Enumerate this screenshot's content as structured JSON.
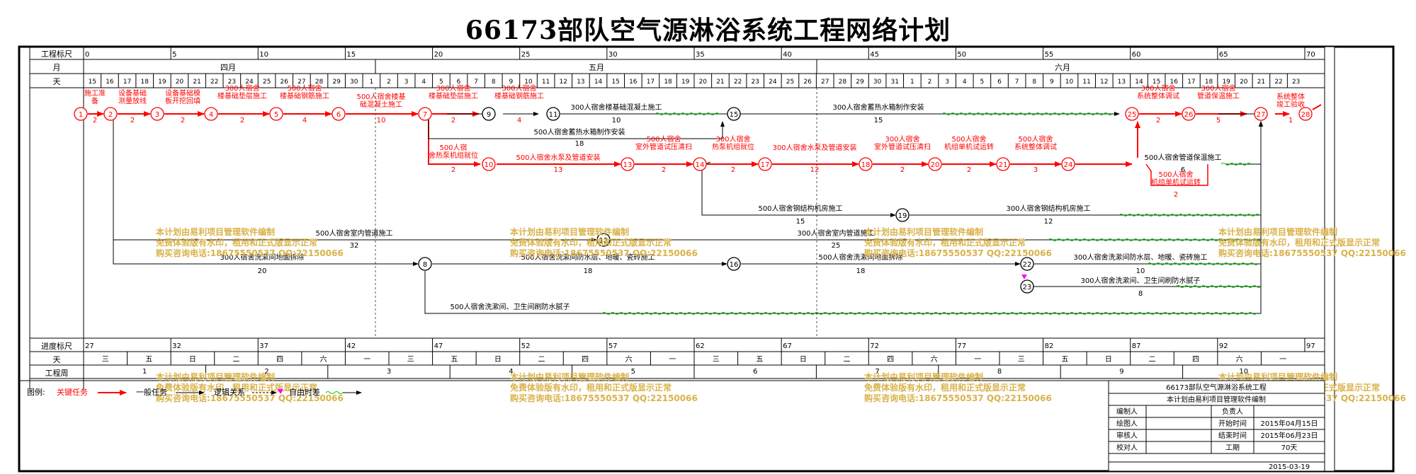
{
  "title": "66173部队空气源淋浴系统工程网络计划",
  "rows": {
    "scale": "工程标尺",
    "month": "月",
    "day": "天",
    "progress": "进度标尺",
    "weekday": "天",
    "week": "工程周"
  },
  "scale_ticks": [
    "0",
    "5",
    "10",
    "15",
    "20",
    "25",
    "30",
    "35",
    "40",
    "45",
    "50",
    "55",
    "60",
    "65",
    "70"
  ],
  "months": [
    "四月",
    "五月",
    "六月"
  ],
  "days": [
    "15",
    "16",
    "17",
    "18",
    "19",
    "20",
    "21",
    "22",
    "23",
    "24",
    "25",
    "26",
    "27",
    "28",
    "29",
    "30",
    "1",
    "2",
    "3",
    "4",
    "5",
    "6",
    "7",
    "8",
    "9",
    "10",
    "11",
    "12",
    "13",
    "14",
    "15",
    "16",
    "17",
    "18",
    "19",
    "20",
    "21",
    "22",
    "23",
    "24",
    "25",
    "26",
    "27",
    "28",
    "29",
    "30",
    "31",
    "1",
    "2",
    "3",
    "4",
    "5",
    "6",
    "7",
    "8",
    "9",
    "10",
    "11",
    "12",
    "13",
    "14",
    "15",
    "16",
    "17",
    "18",
    "19",
    "20",
    "21",
    "22",
    "23"
  ],
  "progress_ticks": [
    "27",
    "32",
    "37",
    "42",
    "47",
    "52",
    "57",
    "62",
    "67",
    "72",
    "77",
    "82",
    "87",
    "92",
    "97"
  ],
  "weekdays": [
    "三",
    "五",
    "日",
    "二",
    "四",
    "六",
    "一",
    "三",
    "五",
    "日",
    "二",
    "四",
    "六",
    "一",
    "三",
    "五",
    "日",
    "二",
    "四",
    "六",
    "一",
    "三",
    "五",
    "日",
    "二",
    "四",
    "六",
    "一"
  ],
  "weeks": [
    "1",
    "2",
    "3",
    "4",
    "5",
    "6",
    "7",
    "8",
    "9",
    "10"
  ],
  "nodes": [
    "1",
    "2",
    "3",
    "4",
    "5",
    "6",
    "7",
    "9",
    "11",
    "15",
    "25",
    "26",
    "27",
    "28",
    "10",
    "13",
    "14",
    "17",
    "18",
    "20",
    "21",
    "24",
    "19",
    "12",
    "8",
    "16",
    "22",
    "23"
  ],
  "tasks": [
    {
      "name": "施工准备",
      "dur": "2"
    },
    {
      "name": "设备基础测量放线",
      "dur": "2"
    },
    {
      "name": "设备基础模板开挖回填",
      "dur": "2"
    },
    {
      "name": "300人宿舍楼基础垫层施工",
      "dur": "2"
    },
    {
      "name": "500人宿舍楼基础钢筋施工",
      "dur": "4"
    },
    {
      "name": "500人宿舍楼基础混凝土施工",
      "dur": "10"
    },
    {
      "name": "300人宿舍楼基础垫层施工",
      "dur": "2"
    },
    {
      "name": "300人宿舍楼基础钢筋施工",
      "dur": "4"
    },
    {
      "name": "300人宿舍楼基础混凝土施工",
      "dur": "10"
    },
    {
      "name": "300人宿舍蓄热水箱制作安装",
      "dur": "15"
    },
    {
      "name": "500人宿舍蓄热水箱制作安装",
      "dur": "18"
    },
    {
      "name": "300人宿舍系统整体调试",
      "dur": "2"
    },
    {
      "name": "300人宿舍管道保温施工",
      "dur": "5"
    },
    {
      "name": "系统整体竣工验收",
      "dur": "1"
    },
    {
      "name": "500人宿舍热泵机组就位",
      "dur": "2"
    },
    {
      "name": "500人宿舍水泵及管道安装",
      "dur": "13"
    },
    {
      "name": "500人宿舍室外管道试压清扫",
      "dur": "2"
    },
    {
      "name": "300人宿舍热泵机组就位",
      "dur": "2"
    },
    {
      "name": "300人宿舍水泵及管道安装",
      "dur": "12"
    },
    {
      "name": "300人宿舍室外管道试压清扫",
      "dur": "2"
    },
    {
      "name": "500人宿舍机组单机试运转",
      "dur": "2"
    },
    {
      "name": "500人宿舍系统整体调试",
      "dur": "3"
    },
    {
      "name": "500人宿舍管道保温施工",
      "dur": "6"
    },
    {
      "name": "500人宿舍机组单机试运转",
      "dur": "2"
    },
    {
      "name": "500人宿舍钢结构机房施工",
      "dur": "15"
    },
    {
      "name": "300人宿舍钢结构机房施工",
      "dur": "12"
    },
    {
      "name": "500人宿舍室内管道施工",
      "dur": "32"
    },
    {
      "name": "300人宿舍室内管道施工",
      "dur": "25"
    },
    {
      "name": "300人宿舍洗漱间地面拆除",
      "dur": "20"
    },
    {
      "name": "500人宿舍洗漱间防水层、地暖、瓷砖施工",
      "dur": "18"
    },
    {
      "name": "500人宿舍洗漱间地面拆除",
      "dur": "18"
    },
    {
      "name": "300人宿舍洗漱间防水层、地暖、瓷砖施工",
      "dur": "10"
    },
    {
      "name": "300人宿舍洗漱间、卫生间刷防水腻子",
      "dur": "8"
    },
    {
      "name": "500人宿舍洗漱间、卫生间刷防水腻子",
      "dur": ""
    }
  ],
  "watermark": {
    "line1": "本计划由易利项目管理软件编制",
    "line2": "免费体验版有水印，租用和正式版显示正常",
    "line3": "购买咨询电话:18675550537 QQ:22150066"
  },
  "legend": {
    "label": "图例:",
    "critical": "关键任务",
    "normal": "一般任务",
    "logic": "逻辑关系",
    "float": "自由时差"
  },
  "info": {
    "title": "66173部队空气源淋浴系统工程",
    "subtitle": "本计划由易利项目管理软件编制",
    "r1a": "编制人",
    "r1b": "负责人",
    "r2a": "绘图人",
    "r2b": "开始时间",
    "r2c": "2015年04月15日",
    "r3a": "审核人",
    "r3b": "结束时间",
    "r3c": "2015年06月23日",
    "r4a": "校对人",
    "r4b": "工期",
    "r4c": "70天",
    "date": "2015-03-19"
  },
  "colors": {
    "critical": "#ff0000",
    "normal": "#000000",
    "float": "#00cc00",
    "watermark": "#d9b24a",
    "magenta": "#ff00ff"
  }
}
